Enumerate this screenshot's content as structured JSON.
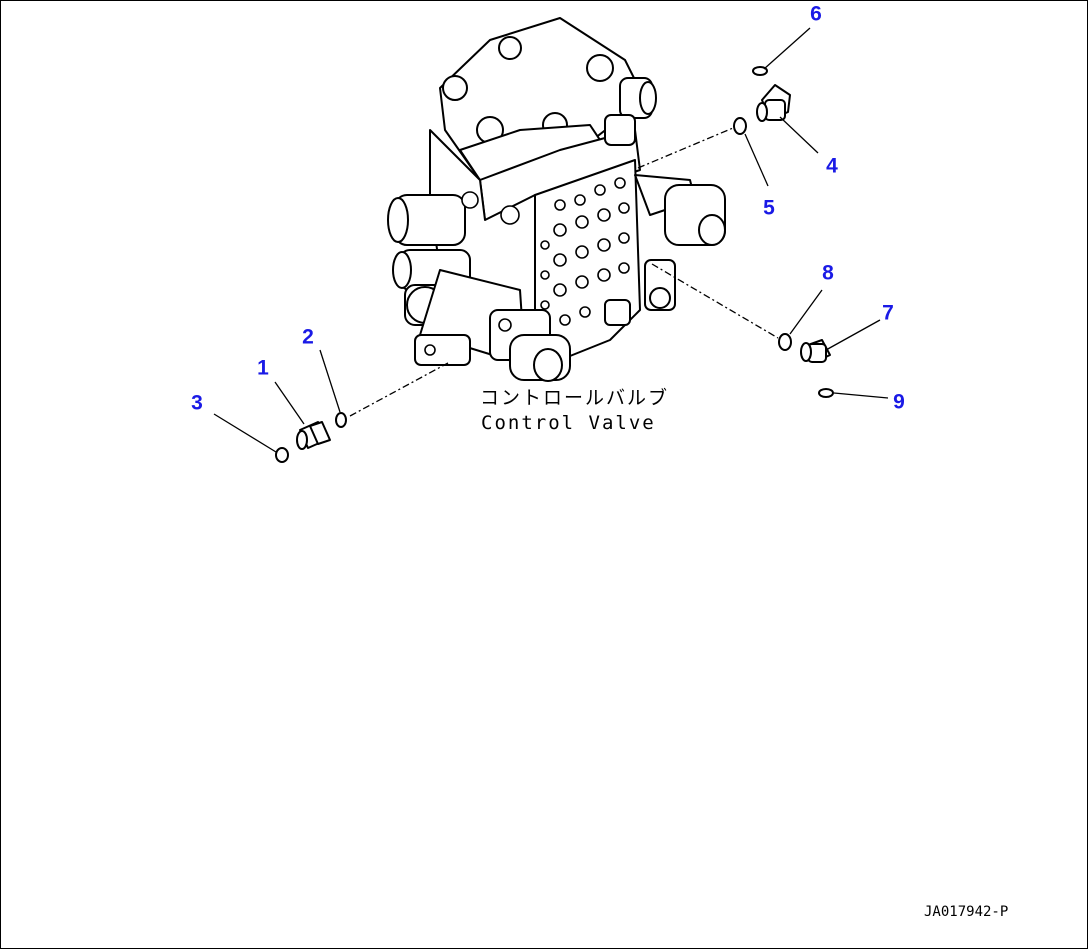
{
  "diagram": {
    "caption_jp": "コントロールバルブ",
    "caption_en": "Control Valve",
    "document_code": "JA017942-P",
    "callouts": [
      {
        "id": "1",
        "label": "1"
      },
      {
        "id": "2",
        "label": "2"
      },
      {
        "id": "3",
        "label": "3"
      },
      {
        "id": "4",
        "label": "4"
      },
      {
        "id": "5",
        "label": "5"
      },
      {
        "id": "6",
        "label": "6"
      },
      {
        "id": "7",
        "label": "7"
      },
      {
        "id": "8",
        "label": "8"
      },
      {
        "id": "9",
        "label": "9"
      }
    ],
    "callout_color": "#1a1ae6",
    "line_color": "#000000"
  }
}
